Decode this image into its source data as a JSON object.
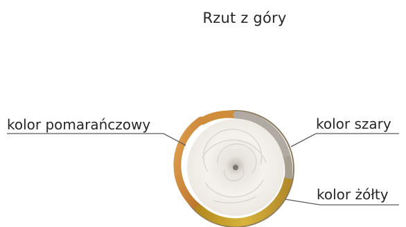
{
  "diagram": {
    "title": "Rzut z góry",
    "labels": {
      "orange": "kolor pomarańczowy",
      "gray": "kolor szary",
      "yellow": "kolor żółty"
    },
    "colors": {
      "orange": "#d9913f",
      "gray": "#aea8a1",
      "yellow": "#c9a12a",
      "center": "#f1eee9",
      "leader": "#5a5a5a"
    }
  }
}
